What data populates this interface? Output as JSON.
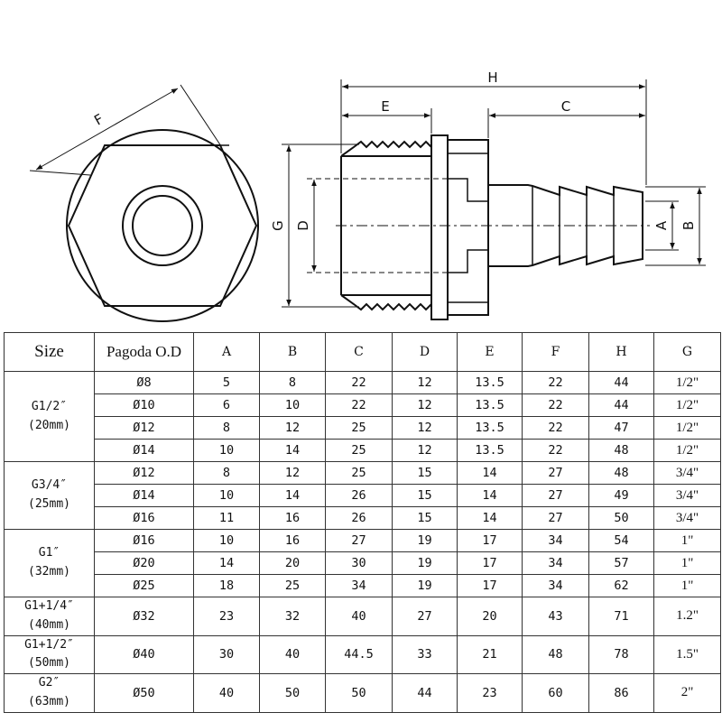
{
  "drawing": {
    "labels": {
      "A": "A",
      "B": "B",
      "C": "C",
      "D": "D",
      "E": "E",
      "F": "F",
      "G": "G",
      "H": "H"
    }
  },
  "table": {
    "headers": [
      "Size",
      "Pagoda O.D",
      "A",
      "B",
      "C",
      "D",
      "E",
      "F",
      "H",
      "G"
    ],
    "groups": [
      {
        "size": "G1/2″",
        "mm": "(20mm)",
        "rows": [
          [
            "Ø8",
            "5",
            "8",
            "22",
            "12",
            "13.5",
            "22",
            "44",
            "1/2\""
          ],
          [
            "Ø10",
            "6",
            "10",
            "22",
            "12",
            "13.5",
            "22",
            "44",
            "1/2\""
          ],
          [
            "Ø12",
            "8",
            "12",
            "25",
            "12",
            "13.5",
            "22",
            "47",
            "1/2\""
          ],
          [
            "Ø14",
            "10",
            "14",
            "25",
            "12",
            "13.5",
            "22",
            "48",
            "1/2\""
          ]
        ]
      },
      {
        "size": "G3/4″",
        "mm": "(25mm)",
        "rows": [
          [
            "Ø12",
            "8",
            "12",
            "25",
            "15",
            "14",
            "27",
            "48",
            "3/4\""
          ],
          [
            "Ø14",
            "10",
            "14",
            "26",
            "15",
            "14",
            "27",
            "49",
            "3/4\""
          ],
          [
            "Ø16",
            "11",
            "16",
            "26",
            "15",
            "14",
            "27",
            "50",
            "3/4\""
          ]
        ]
      },
      {
        "size": "G1″",
        "mm": "(32mm)",
        "rows": [
          [
            "Ø16",
            "10",
            "16",
            "27",
            "19",
            "17",
            "34",
            "54",
            "1\""
          ],
          [
            "Ø20",
            "14",
            "20",
            "30",
            "19",
            "17",
            "34",
            "57",
            "1\""
          ],
          [
            "Ø25",
            "18",
            "25",
            "34",
            "19",
            "17",
            "34",
            "62",
            "1\""
          ]
        ]
      },
      {
        "size": "G1+1/4″",
        "mm": "(40mm)",
        "rows": [
          [
            "Ø32",
            "23",
            "32",
            "40",
            "27",
            "20",
            "43",
            "71",
            "1.2\""
          ]
        ]
      },
      {
        "size": "G1+1/2″",
        "mm": "(50mm)",
        "rows": [
          [
            "Ø40",
            "30",
            "40",
            "44.5",
            "33",
            "21",
            "48",
            "78",
            "1.5\""
          ]
        ]
      },
      {
        "size": "G2″",
        "mm": "(63mm)",
        "rows": [
          [
            "Ø50",
            "40",
            "50",
            "50",
            "44",
            "23",
            "60",
            "86",
            "2\""
          ]
        ]
      }
    ]
  }
}
